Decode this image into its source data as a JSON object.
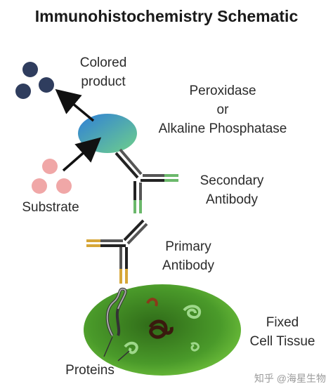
{
  "title": "Immunohistochemistry Schematic",
  "labels": {
    "colored_product": [
      "Colored",
      "product"
    ],
    "enzyme": [
      "Peroxidase",
      "or",
      "Alkaline Phosphatase"
    ],
    "secondary": [
      "Secondary",
      "Antibody"
    ],
    "primary": [
      "Primary",
      "Antibody"
    ],
    "substrate": "Substrate",
    "fixed_tissue": [
      "Fixed",
      "Cell Tissue"
    ],
    "proteins": "Proteins"
  },
  "watermark": "知乎 @海星生物",
  "colors": {
    "product_dots": "#2f3d5e",
    "substrate_dots": "#f0a7a7",
    "enzyme_blue": "#3a8fd6",
    "enzyme_green": "#5cc28a",
    "antibody_dark": "#2b2b2b",
    "secondary_tip": "#6bb86b",
    "primary_tip": "#d6a638",
    "tissue_green": "#3f8a24",
    "tissue_dark": "#2b5e14"
  }
}
